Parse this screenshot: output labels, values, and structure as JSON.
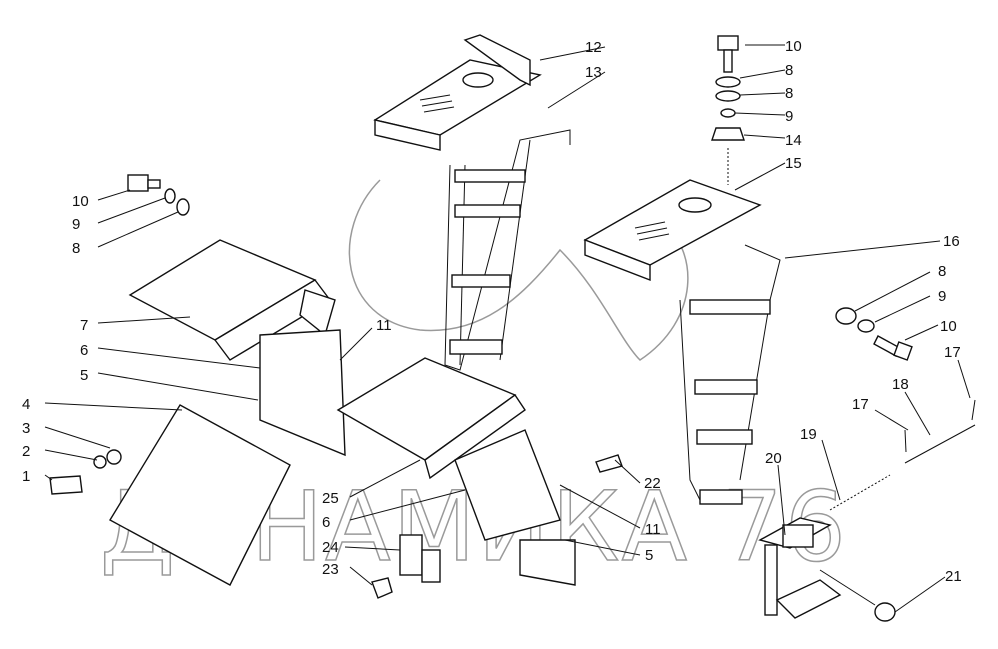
{
  "watermark": {
    "text": "ДИНАМИКА 76"
  },
  "labels": [
    {
      "id": "l12",
      "text": "12"
    },
    {
      "id": "l13",
      "text": "13"
    },
    {
      "id": "l10a",
      "text": "10"
    },
    {
      "id": "l8a",
      "text": "8"
    },
    {
      "id": "l8b",
      "text": "8"
    },
    {
      "id": "l9a",
      "text": "9"
    },
    {
      "id": "l14",
      "text": "14"
    },
    {
      "id": "l15",
      "text": "15"
    },
    {
      "id": "l10b",
      "text": "10"
    },
    {
      "id": "l9b",
      "text": "9"
    },
    {
      "id": "l8c",
      "text": "8"
    },
    {
      "id": "l16",
      "text": "16"
    },
    {
      "id": "l8d",
      "text": "8"
    },
    {
      "id": "l9c",
      "text": "9"
    },
    {
      "id": "l10c",
      "text": "10"
    },
    {
      "id": "l17a",
      "text": "17"
    },
    {
      "id": "l18",
      "text": "18"
    },
    {
      "id": "l17b",
      "text": "17"
    },
    {
      "id": "l19",
      "text": "19"
    },
    {
      "id": "l20",
      "text": "20"
    },
    {
      "id": "l7",
      "text": "7"
    },
    {
      "id": "l6a",
      "text": "6"
    },
    {
      "id": "l11a",
      "text": "11"
    },
    {
      "id": "l5a",
      "text": "5"
    },
    {
      "id": "l4",
      "text": "4"
    },
    {
      "id": "l3",
      "text": "3"
    },
    {
      "id": "l2",
      "text": "2"
    },
    {
      "id": "l1",
      "text": "1"
    },
    {
      "id": "l22",
      "text": "22"
    },
    {
      "id": "l25",
      "text": "25"
    },
    {
      "id": "l6b",
      "text": "6"
    },
    {
      "id": "l11b",
      "text": "11"
    },
    {
      "id": "l24",
      "text": "24"
    },
    {
      "id": "l5b",
      "text": "5"
    },
    {
      "id": "l23",
      "text": "23"
    },
    {
      "id": "l21",
      "text": "21"
    }
  ]
}
